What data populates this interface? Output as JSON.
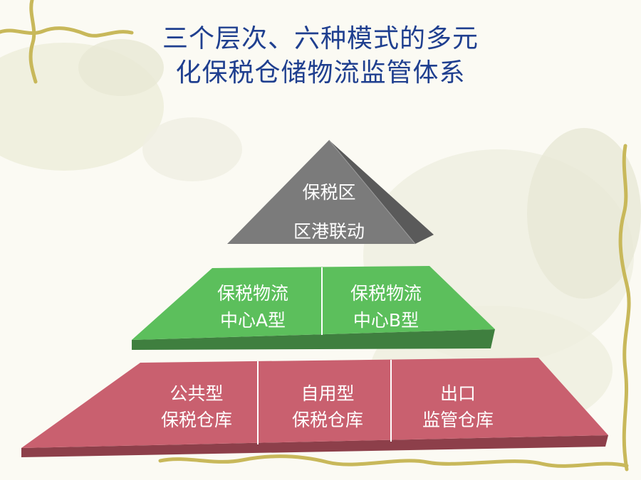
{
  "title": {
    "line1": "三个层次、六种模式的多元",
    "line2": "化保税仓储物流监管体系"
  },
  "pyramid": {
    "top": {
      "line1": "保税区",
      "line2": "区港联动"
    },
    "middle": [
      {
        "line1": "保税物流",
        "line2": "中心A型"
      },
      {
        "line1": "保税物流",
        "line2": "中心B型"
      }
    ],
    "bottom": [
      {
        "line1": "公共型",
        "line2": "保税仓库"
      },
      {
        "line1": "自用型",
        "line2": "保税仓库"
      },
      {
        "line1": "出口",
        "line2": "监管仓库"
      }
    ]
  },
  "colors": {
    "title": "#1f3f8f",
    "top_tier": "#7a7a7a",
    "middle_tier": "#5fbf5f",
    "bottom_tier": "#c9606f",
    "vine": "#c8b85a"
  }
}
